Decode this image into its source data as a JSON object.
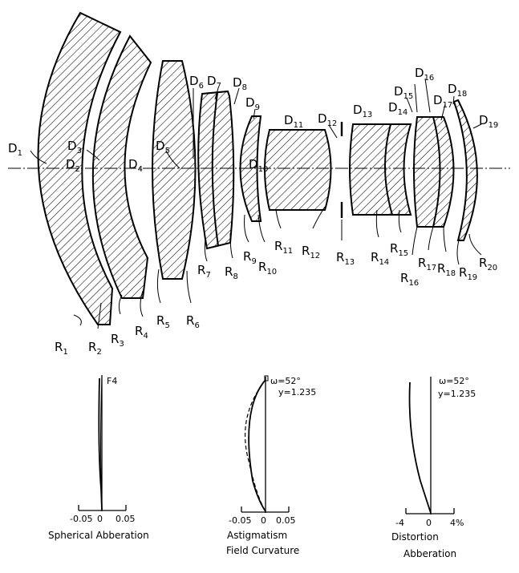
{
  "diagram": {
    "labels": {
      "R1": "R1",
      "R2": "R2",
      "R3": "R3",
      "R4": "R4",
      "R5": "R5",
      "R6": "R6",
      "R7": "R7",
      "R8": "R8",
      "R9": "R9",
      "R10": "R10",
      "R11": "R11",
      "R12": "R12",
      "R13": "R13",
      "R14": "R14",
      "R15": "R15",
      "R16": "R16",
      "R17": "R17",
      "R18": "R18",
      "R19": "R19",
      "R20": "R20",
      "D1": "D1",
      "D2": "D2",
      "D3": "D3",
      "D4": "D4",
      "D5": "D5",
      "D6": "D6",
      "D7": "D7",
      "D8": "D8",
      "D9": "D9",
      "D10": "D10",
      "D11": "D11",
      "D12": "D12",
      "D13": "D13",
      "D14": "D14",
      "D15": "D15",
      "D16": "D16",
      "D17": "D17",
      "D18": "D18",
      "D19": "D19"
    }
  },
  "plots": {
    "spherical": {
      "note": "F4",
      "ticks": [
        "-0.05",
        "0",
        "0.05"
      ],
      "caption": "Spherical Abberation"
    },
    "astigmatism": {
      "note1": "ω=52°",
      "note2": "y=1.235",
      "ticks": [
        "-0.05",
        "0",
        "0.05"
      ],
      "caption1": "Astigmatism",
      "caption2": "Field Curvature"
    },
    "distortion": {
      "note1": "ω=52°",
      "note2": "y=1.235",
      "ticks": [
        "-4",
        "0",
        "4%"
      ],
      "caption1": "Distortion",
      "caption2": "Abberation"
    }
  }
}
